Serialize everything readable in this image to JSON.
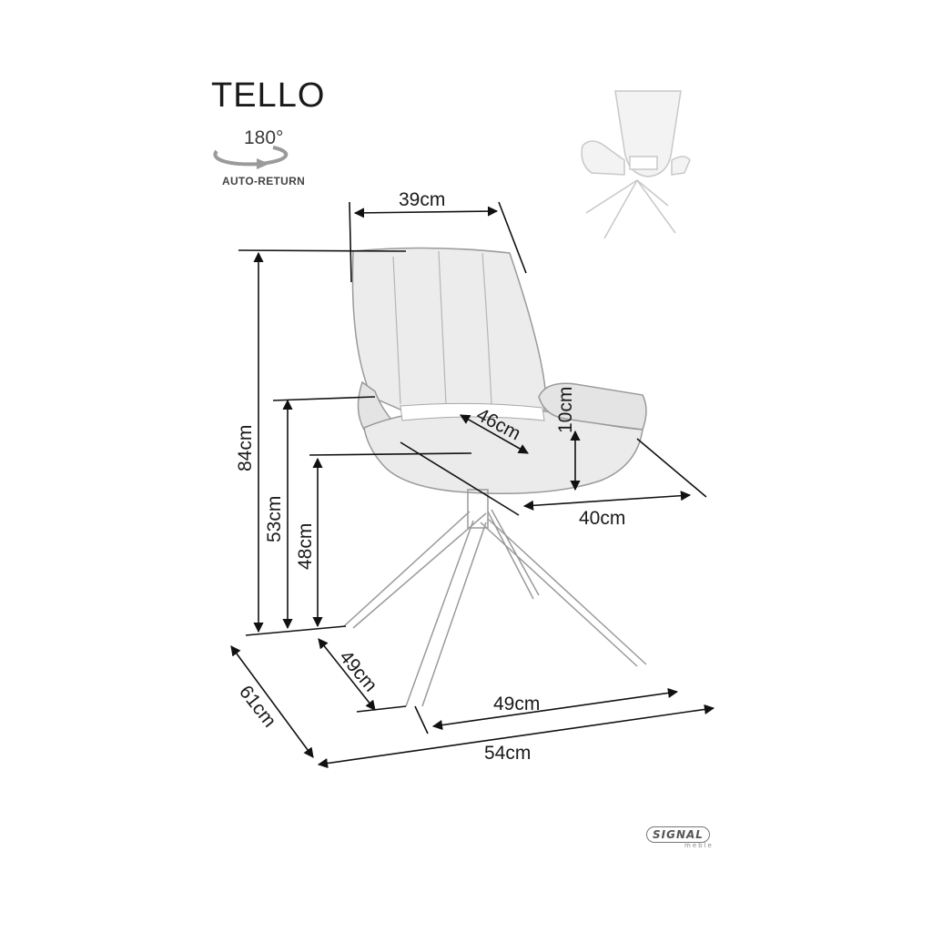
{
  "product": {
    "name": "TELLO",
    "rotation_degrees": "180°",
    "rotation_note": "AUTO-RETURN"
  },
  "dimensions": {
    "backrest_width": "39cm",
    "total_height": "84cm",
    "armrest_height": "53cm",
    "seat_height": "48cm",
    "seat_depth": "46cm",
    "armrest_from_seat": "10cm",
    "seat_width": "40cm",
    "base_depth": "49cm",
    "base_width": "49cm",
    "total_depth": "61cm",
    "total_width": "54cm"
  },
  "brand": {
    "name": "SIGNAL",
    "sub": "meble"
  },
  "colors": {
    "fabric": "#ececec",
    "outline": "#9a9a9a",
    "line": "#111111"
  }
}
